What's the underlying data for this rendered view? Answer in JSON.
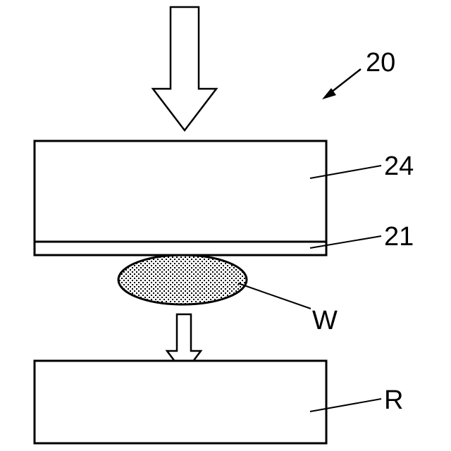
{
  "figure": {
    "labels": {
      "assembly": "20",
      "upper_block": "24",
      "layer": "21",
      "workpiece": "W",
      "lower_block": "R"
    },
    "colors": {
      "stroke": "#000000",
      "background": "#ffffff",
      "dot_fill": "#000000"
    }
  }
}
